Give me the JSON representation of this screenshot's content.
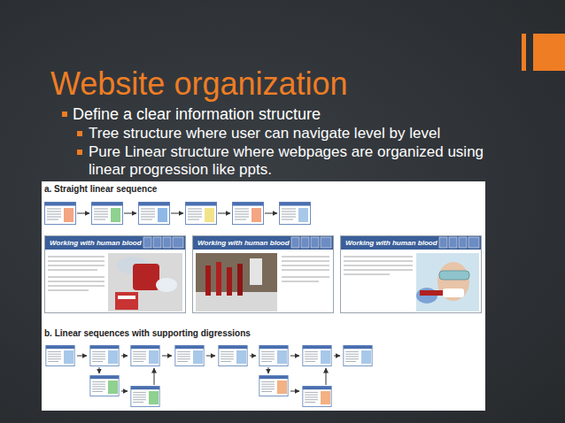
{
  "diagram": {
    "title": "Website organization",
    "nodes": [
      {
        "text": [
          "Working with human blood"
        ]
      },
      {
        "text": [
          "Working with human blood"
        ]
      },
      {
        "text": [
          "Working with human blood"
        ]
      }
    ],
    "labels": [
      "Define a clear information structure",
      "Tree structure where user can navigate level by level",
      "Pure Linear structure where webpages are organized using linear progression like ppts.",
      "a. Straight linear sequence",
      "b. Linear sequences with supporting digressions"
    ]
  }
}
